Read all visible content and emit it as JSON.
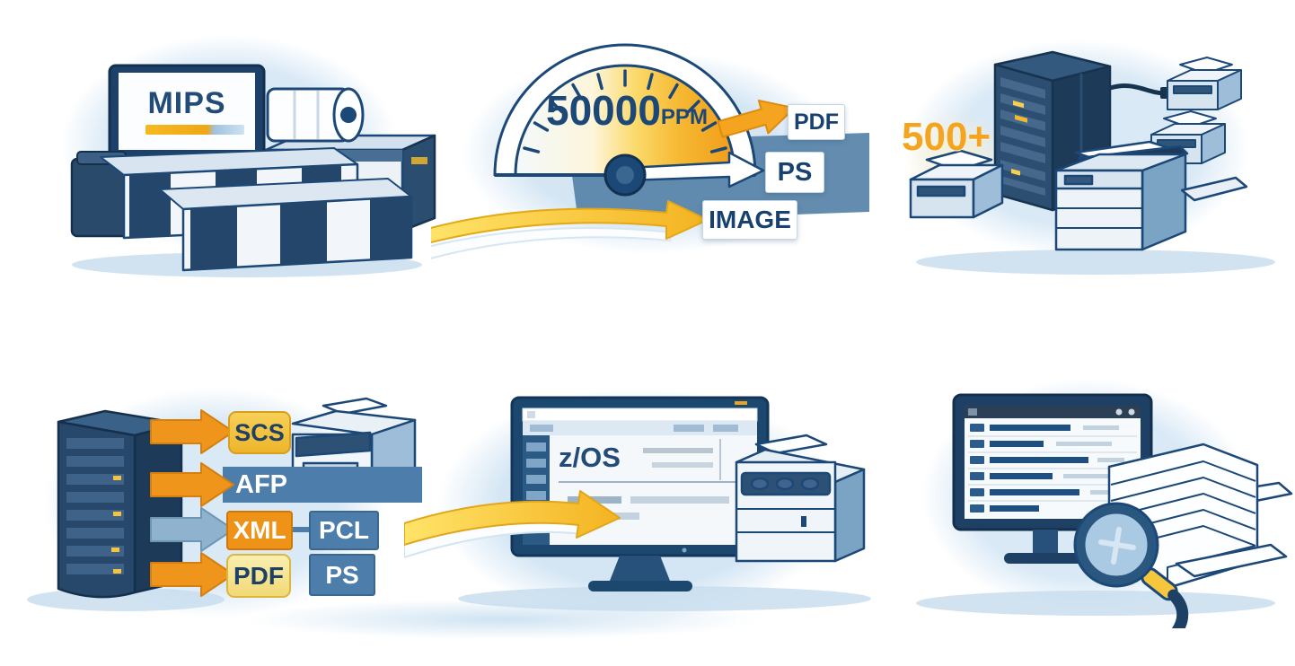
{
  "illustration": {
    "panels": {
      "mips_station": {
        "screen_label": "MIPS"
      },
      "speed_gauge": {
        "value": "50000",
        "unit": "PPM",
        "output_labels": [
          {
            "label": "PDF"
          },
          {
            "label": "PS"
          },
          {
            "label": "IMAGE"
          }
        ]
      },
      "printer_fleet": {
        "count_label": "500+"
      },
      "data_streams": {
        "input_labels": [
          {
            "label": "SCS"
          },
          {
            "label": "AFP"
          },
          {
            "label": "XML"
          },
          {
            "label": "PDF"
          }
        ],
        "output_labels": [
          {
            "label": "PCL"
          },
          {
            "label": "PS"
          }
        ]
      },
      "zos_host": {
        "screen_label": "z/OS"
      }
    },
    "colors": {
      "ink": "#1c4878",
      "navy": "#1d4064",
      "steel_blue": "#4d7dab",
      "orange": "#f2991d",
      "gold": "#f3c23e",
      "pale_gold": "#f8e9a6",
      "yellow": "#ffd43a",
      "wash_blue": "#d9e9f6"
    }
  }
}
